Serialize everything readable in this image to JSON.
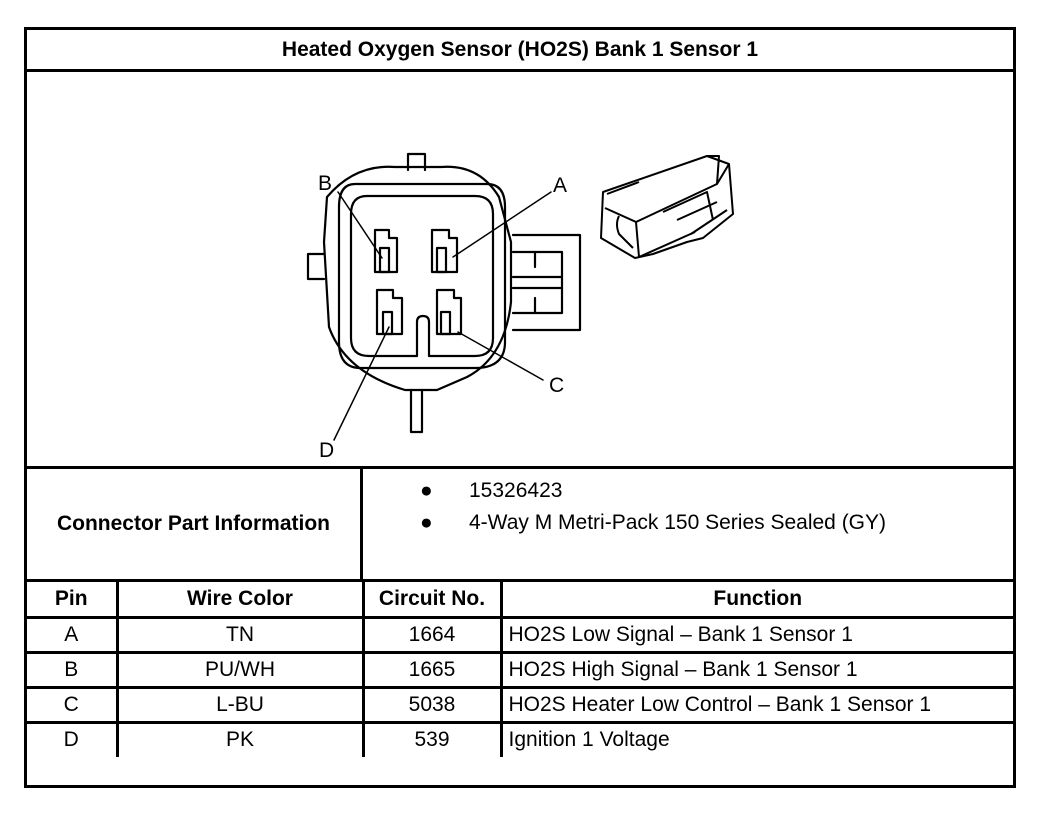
{
  "title": "Heated Oxygen Sensor (HO2S) Bank 1 Sensor 1",
  "diagram": {
    "pin_labels": [
      "A",
      "B",
      "C",
      "D"
    ]
  },
  "connector": {
    "label": "Connector Part Information",
    "items": [
      "15326423",
      "4-Way M Metri-Pack 150 Series Sealed (GY)"
    ]
  },
  "table": {
    "headers": [
      "Pin",
      "Wire Color",
      "Circuit No.",
      "Function"
    ],
    "rows": [
      [
        "A",
        "TN",
        "1664",
        "HO2S Low Signal – Bank 1 Sensor 1"
      ],
      [
        "B",
        "PU/WH",
        "1665",
        "HO2S High Signal – Bank 1 Sensor 1"
      ],
      [
        "C",
        "L-BU",
        "5038",
        "HO2S Heater Low Control – Bank 1 Sensor 1"
      ],
      [
        "D",
        "PK",
        "539",
        "Ignition 1 Voltage"
      ]
    ]
  }
}
